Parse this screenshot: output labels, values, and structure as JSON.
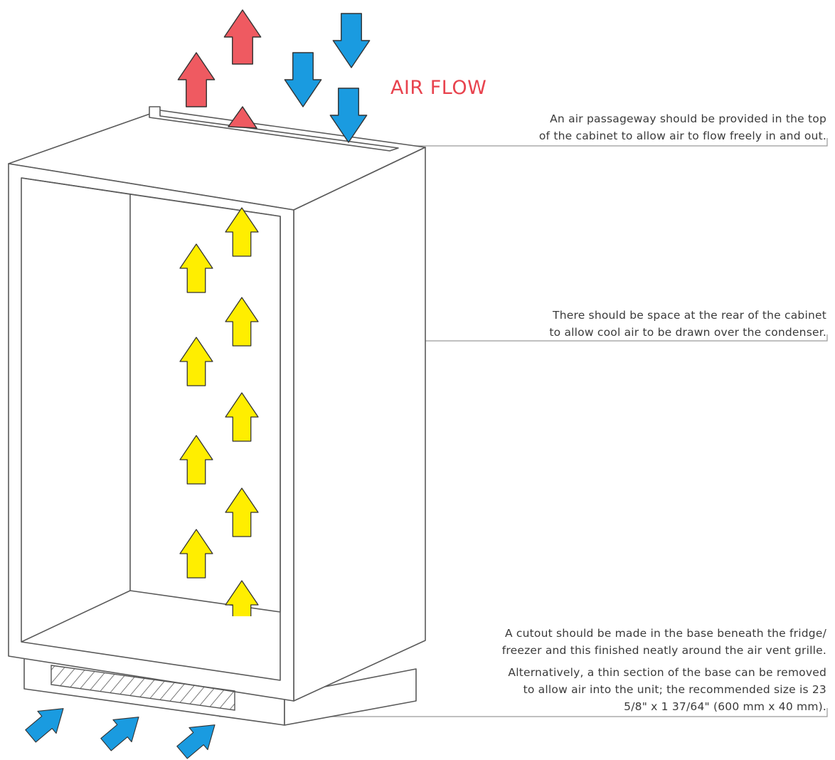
{
  "title": "AIR FLOW",
  "colors": {
    "title": "#e8434e",
    "hot_arrow": "#ef5a61",
    "cool_arrow": "#1a9be0",
    "rear_arrow": "#ffee00",
    "outline": "#5a5a5a",
    "leader": "#9a9a9a",
    "text": "#3a3a3a"
  },
  "annotations": {
    "top": {
      "lines": [
        "An air passageway should be provided in the top",
        "of the cabinet to allow air to flow freely in and out."
      ]
    },
    "rear": {
      "lines": [
        "There should be space at the rear of the cabinet",
        "to allow cool air to be drawn over the condenser."
      ]
    },
    "base_cutout": {
      "lines": [
        "A cutout should be made in the base beneath the fridge/",
        "freezer and this finished neatly around the air vent grille."
      ]
    },
    "base_alternative": {
      "lines": [
        "Alternatively, a thin section of the base can be removed",
        "to allow air into the unit; the recommended size is 23",
        "5/8\" x 1 37/64\" (600 mm x 40 mm)."
      ]
    }
  },
  "icons": {
    "hot": "up-arrow-icon",
    "cool": "down-arrow-icon",
    "rear": "up-arrow-icon",
    "intake": "diagonal-arrow-icon"
  }
}
